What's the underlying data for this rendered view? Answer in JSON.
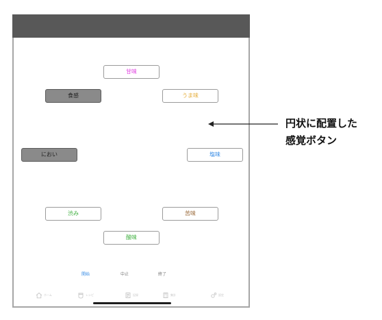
{
  "header": {
    "title": ""
  },
  "senses": {
    "sweet": {
      "label": "甘味",
      "color": "#e040e0",
      "selected": false
    },
    "umami": {
      "label": "うま味",
      "color": "#e6b040",
      "selected": false
    },
    "salty": {
      "label": "塩味",
      "color": "#3a8ee6",
      "selected": false
    },
    "bitter": {
      "label": "苦味",
      "color": "#9a6a3a",
      "selected": false
    },
    "sour": {
      "label": "酸味",
      "color": "#40b040",
      "selected": false
    },
    "astringent": {
      "label": "渋み",
      "color": "#40b040",
      "selected": false
    },
    "smell": {
      "label": "におい",
      "color": "#222222",
      "selected": true
    },
    "texture": {
      "label": "食感",
      "color": "#222222",
      "selected": true
    }
  },
  "controls": {
    "start": {
      "label": "開始",
      "color": "#3a8ee6"
    },
    "pause": {
      "label": "中止"
    },
    "end": {
      "label": "終了"
    }
  },
  "tabs": [
    {
      "label": "ホーム",
      "icon": "home-icon"
    },
    {
      "label": "レシピ",
      "icon": "cup-icon"
    },
    {
      "label": "記録",
      "icon": "note-icon"
    },
    {
      "label": "集計",
      "icon": "calculator-icon"
    },
    {
      "label": "設定",
      "icon": "gear-icon"
    }
  ],
  "annotation": {
    "line1": "円状に配置した",
    "line2": "感覚ボタン"
  }
}
